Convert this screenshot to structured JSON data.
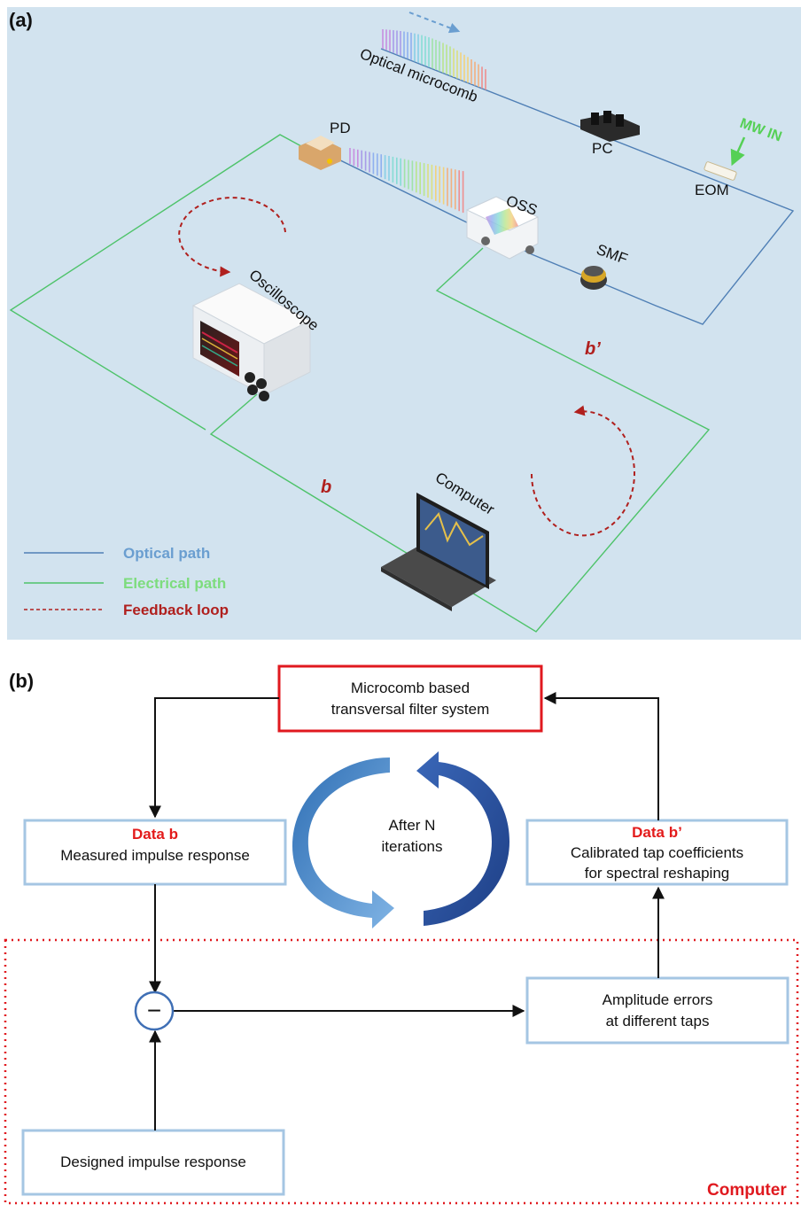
{
  "panel_a": {
    "label": "(a)",
    "components": {
      "optical_microcomb": "Optical microcomb",
      "pc": "PC",
      "mw_in": "MW IN",
      "eom": "EOM",
      "pd": "PD",
      "oss": "OSS",
      "smf": "SMF",
      "oscilloscope": "Oscilloscope",
      "computer": "Computer",
      "b": "b",
      "b_prime": "b’"
    },
    "legend": [
      {
        "label": "Optical path",
        "color": "#6a9ed0"
      },
      {
        "label": "Electrical path",
        "color": "#7ddc7d"
      },
      {
        "label": "Feedback loop",
        "color": "#b0201e"
      }
    ],
    "colors": {
      "background": "#d2e3ef",
      "optical": "#4f7fb5",
      "electrical": "#4ec36a",
      "feedback": "#b0201e",
      "mw_in": "#55d055"
    }
  },
  "panel_b": {
    "label": "(b)",
    "system_box": {
      "line1": "Microcomb based",
      "line2": "transversal filter system"
    },
    "data_b": {
      "title": "Data b",
      "text": "Measured impulse response"
    },
    "data_b_prime": {
      "title": "Data b’",
      "line1": "Calibrated tap coefficients",
      "line2": "for spectral reshaping"
    },
    "iterations": {
      "line1": "After N",
      "line2": "iterations"
    },
    "subtract_symbol": "−",
    "amplitude_box": {
      "line1": "Amplitude errors",
      "line2": "at different taps"
    },
    "designed_box": {
      "text": "Designed impulse response"
    },
    "computer_label": "Computer",
    "colors": {
      "system_border": "#e0191f",
      "box_border": "#a5c6e3",
      "data_title": "#e31b1b",
      "computer_border": "#e0191f",
      "circle": "#3f6fb5"
    }
  }
}
